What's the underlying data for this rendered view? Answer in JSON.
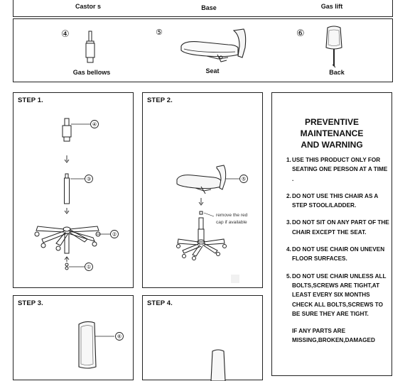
{
  "top_row": {
    "castors_label": "Castor s",
    "base_label": "Base",
    "gas_lift_label": "Gas lift"
  },
  "parts": [
    {
      "number": "④",
      "label": "Gas bellows"
    },
    {
      "number": "⑤",
      "label": "Seat"
    },
    {
      "number": "⑥",
      "label": "Back"
    }
  ],
  "steps": {
    "step1": {
      "title": "STEP 1.",
      "callouts": [
        "④",
        "③",
        "②",
        "①"
      ]
    },
    "step2": {
      "title": "STEP 2.",
      "callout": "⑤",
      "note_line1": "remove the red",
      "note_line2": "cap if available"
    },
    "step3": {
      "title": "STEP 3.",
      "callout": "⑥"
    },
    "step4": {
      "title": "STEP 4."
    }
  },
  "maintenance": {
    "title_line1": "PREVENTIVE MAINTENANCE",
    "title_line2": "AND WARNING",
    "items": [
      {
        "n": "1.",
        "text": "USE THIS PRODUCT ONLY  FOR SEATING ONE PERSON AT A TIME ."
      },
      {
        "n": "2.",
        "text": "DO NOT USE THIS CHAIR AS A STEP STOOL/LADDER."
      },
      {
        "n": "3.",
        "text": "DO NOT SIT ON ANY PART OF THE CHAIR EXCEPT THE SEAT."
      },
      {
        "n": "4.",
        "text": "DO NOT USE CHAIR ON UNEVEN FLOOR SURFACES."
      },
      {
        "n": "5.",
        "text": "DO NOT USE CHAIR UNLESS ALL BOLTS,SCREWS ARE TIGHT,AT LEAST EVERY SIX MONTHS CHECK ALL BOLTS,SCREWS TO BE SURE THEY ARE TIGHT."
      }
    ],
    "footer": "IF ANY PARTS ARE MISSING,BROKEN,DAMAGED"
  }
}
